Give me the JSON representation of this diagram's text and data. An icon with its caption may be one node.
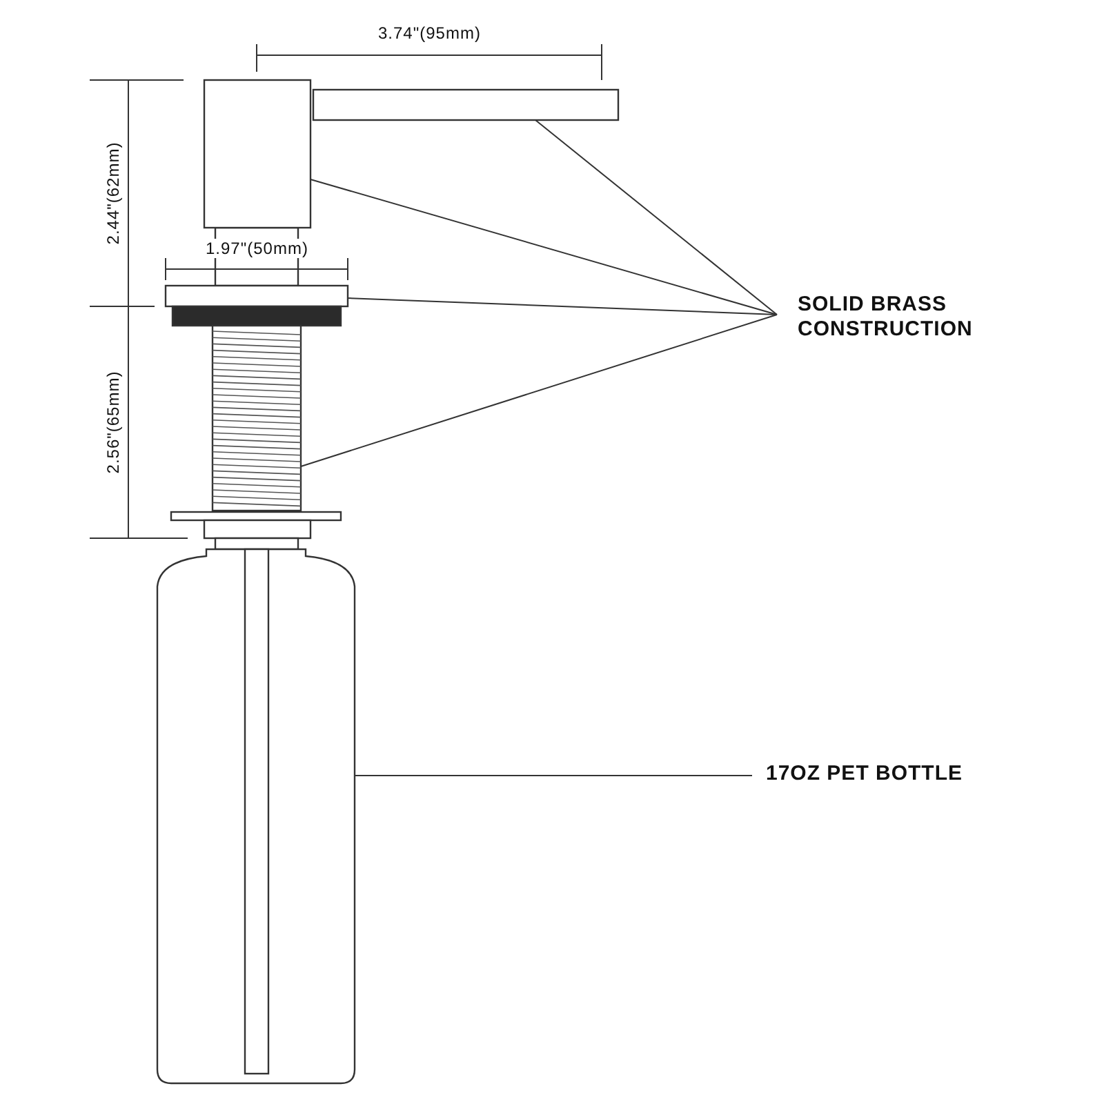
{
  "diagram": {
    "nodes": [
      {
        "text": [
          "SOLID BRASS CONSTRUCTION"
        ]
      },
      {
        "text": [],
        "shape": "bar"
      },
      {
        "text": [],
        "shape": "box"
      },
      {
        "text": [],
        "shape": "bar"
      },
      {
        "text": [],
        "shape": "cylinder"
      },
      {
        "text": [],
        "shape": "bottle"
      },
      {
        "text": [
          "17OZ PET BOTTLE"
        ]
      }
    ],
    "edges": [
      {
        "from": 0,
        "to": 1,
        "arrow": "none"
      },
      {
        "from": 0,
        "to": 2,
        "arrow": "none"
      },
      {
        "from": 0,
        "to": 3,
        "arrow": "none"
      },
      {
        "from": 0,
        "to": 4,
        "arrow": "none"
      },
      {
        "from": 6,
        "to": 5,
        "arrow": "none"
      }
    ],
    "labels": [
      "3.74\"(95mm)",
      "2.44\"(62mm)",
      "1.97\"(50mm)",
      "2.56\"(65mm)"
    ]
  }
}
